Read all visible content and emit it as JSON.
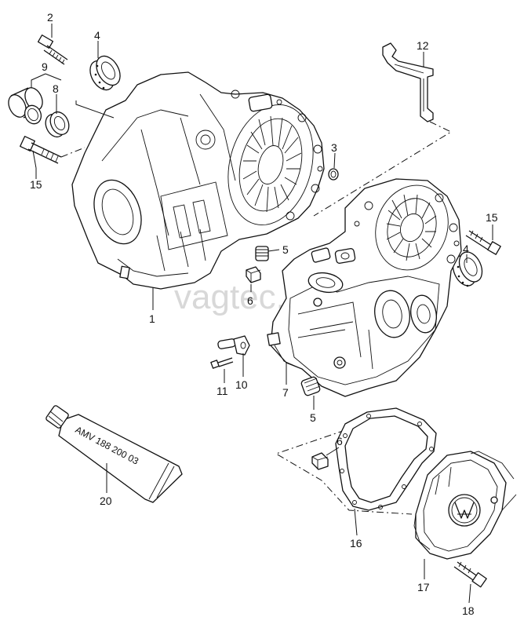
{
  "watermark": "vagtec.ru",
  "tube_label": "AMV 188 200 03",
  "callouts": [
    {
      "id": "c2",
      "text": "2"
    },
    {
      "id": "c4a",
      "text": "4"
    },
    {
      "id": "c9",
      "text": "9"
    },
    {
      "id": "c8",
      "text": "8"
    },
    {
      "id": "c15a",
      "text": "15"
    },
    {
      "id": "c3",
      "text": "3"
    },
    {
      "id": "c12",
      "text": "12"
    },
    {
      "id": "c15b",
      "text": "15"
    },
    {
      "id": "c4b",
      "text": "4"
    },
    {
      "id": "c5a",
      "text": "5"
    },
    {
      "id": "c6a",
      "text": "6"
    },
    {
      "id": "c1",
      "text": "1"
    },
    {
      "id": "c11",
      "text": "11"
    },
    {
      "id": "c10",
      "text": "10"
    },
    {
      "id": "c7",
      "text": "7"
    },
    {
      "id": "c5b",
      "text": "5"
    },
    {
      "id": "c6b",
      "text": "6"
    },
    {
      "id": "c20",
      "text": "20"
    },
    {
      "id": "c16",
      "text": "16"
    },
    {
      "id": "c17",
      "text": "17"
    },
    {
      "id": "c18",
      "text": "18"
    }
  ]
}
